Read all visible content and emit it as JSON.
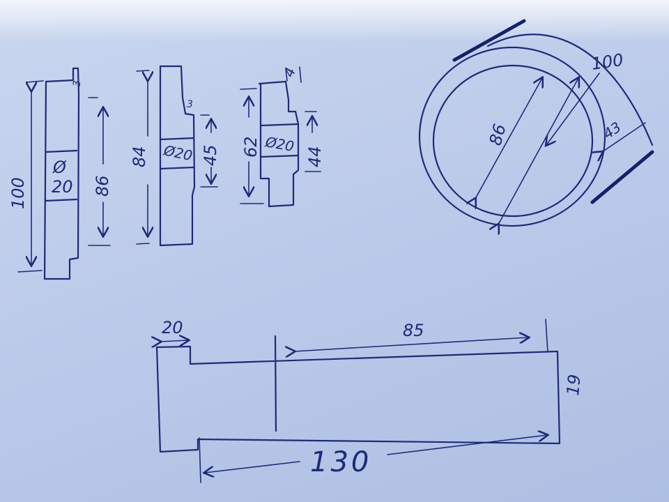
{
  "part1": {
    "total": "100",
    "step": "3",
    "inner": "86",
    "dia": "Ø",
    "dia_val": "20"
  },
  "part2": {
    "total": "84",
    "step": "3",
    "inner": "45",
    "dia": "Ø20"
  },
  "part3": {
    "total": "62",
    "step": "4",
    "inner": "44",
    "dia": "Ø20"
  },
  "ring": {
    "outer": "100",
    "inner": "86",
    "width": "43"
  },
  "shaft": {
    "head": "20",
    "tail": "85",
    "total": "130",
    "height": "19"
  },
  "colors": {
    "ink": "#1d2a78",
    "paper": "#bccbea"
  }
}
